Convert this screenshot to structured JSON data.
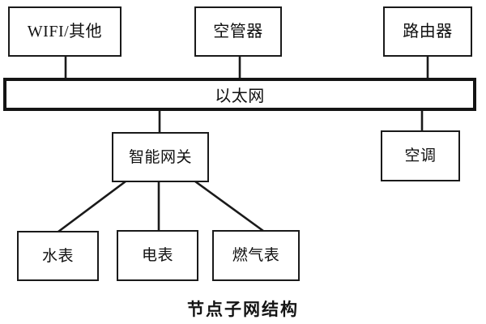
{
  "diagram": {
    "title": "节点子网结构",
    "type": "block-diagram",
    "background_color": "#ffffff",
    "line_color": "#1a1a1a",
    "bus": {
      "label": "以太网",
      "name": "ethernet-bus"
    },
    "nodes": {
      "wifi": {
        "label": "WIFI/其他"
      },
      "air_controller": {
        "label": "空管器"
      },
      "router": {
        "label": "路由器"
      },
      "gateway": {
        "label": "智能网关"
      },
      "air_conditioner": {
        "label": "空调"
      },
      "water_meter": {
        "label": "水表"
      },
      "electric_meter": {
        "label": "电表"
      },
      "gas_meter": {
        "label": "燃气表"
      }
    },
    "edges": [
      {
        "from": "wifi",
        "to": "ethernet-bus"
      },
      {
        "from": "air_controller",
        "to": "ethernet-bus"
      },
      {
        "from": "router",
        "to": "ethernet-bus"
      },
      {
        "from": "ethernet-bus",
        "to": "gateway"
      },
      {
        "from": "ethernet-bus",
        "to": "air_conditioner"
      },
      {
        "from": "gateway",
        "to": "water_meter"
      },
      {
        "from": "gateway",
        "to": "electric_meter"
      },
      {
        "from": "gateway",
        "to": "gas_meter"
      }
    ]
  }
}
